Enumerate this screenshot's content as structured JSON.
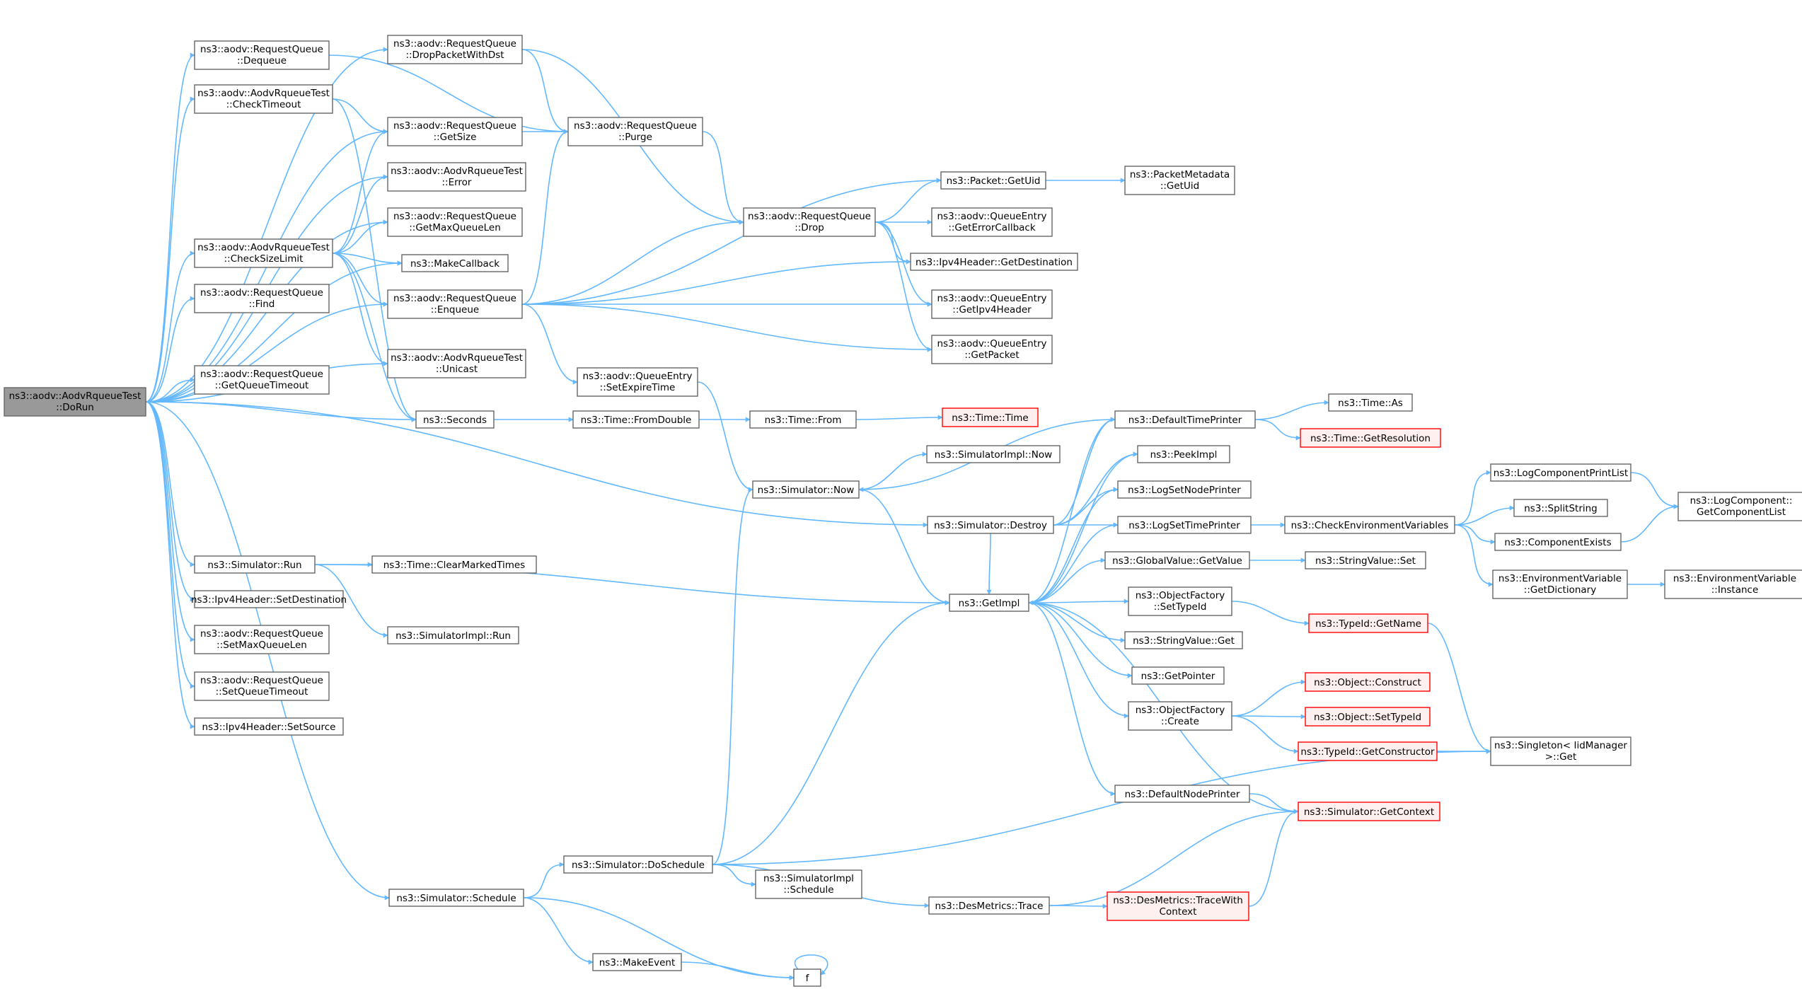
{
  "edge_color": "#63b8ff",
  "node_border_color": "#666666",
  "root_fill_color": "#999999",
  "truncated_border_color": "#ff0000",
  "nodes": [
    {
      "id": "dorun",
      "lines": [
        "ns3::aodv::AodvRqueueTest",
        "::DoRun"
      ],
      "root": true
    },
    {
      "id": "dequeue",
      "lines": [
        "ns3::aodv::RequestQueue",
        "::Dequeue"
      ]
    },
    {
      "id": "checktimeout",
      "lines": [
        "ns3::aodv::AodvRqueueTest",
        "::CheckTimeout"
      ]
    },
    {
      "id": "checksizelimit",
      "lines": [
        "ns3::aodv::AodvRqueueTest",
        "::CheckSizeLimit"
      ]
    },
    {
      "id": "find",
      "lines": [
        "ns3::aodv::RequestQueue",
        "::Find"
      ]
    },
    {
      "id": "getqueuetimeout",
      "lines": [
        "ns3::aodv::RequestQueue",
        "::GetQueueTimeout"
      ]
    },
    {
      "id": "simrun",
      "lines": [
        "ns3::Simulator::Run"
      ]
    },
    {
      "id": "ipv4setdest",
      "lines": [
        "ns3::Ipv4Header::SetDestination"
      ]
    },
    {
      "id": "setmaxqueuelen",
      "lines": [
        "ns3::aodv::RequestQueue",
        "::SetMaxQueueLen"
      ]
    },
    {
      "id": "setqueuetimeout",
      "lines": [
        "ns3::aodv::RequestQueue",
        "::SetQueueTimeout"
      ]
    },
    {
      "id": "ipv4setsource",
      "lines": [
        "ns3::Ipv4Header::SetSource"
      ]
    },
    {
      "id": "simschedule",
      "lines": [
        "ns3::Simulator::Schedule"
      ]
    },
    {
      "id": "droppacketwithdst",
      "lines": [
        "ns3::aodv::RequestQueue",
        "::DropPacketWithDst"
      ]
    },
    {
      "id": "getsize",
      "lines": [
        "ns3::aodv::RequestQueue",
        "::GetSize"
      ]
    },
    {
      "id": "error",
      "lines": [
        "ns3::aodv::AodvRqueueTest",
        "::Error"
      ]
    },
    {
      "id": "getmaxqueuelen",
      "lines": [
        "ns3::aodv::RequestQueue",
        "::GetMaxQueueLen"
      ]
    },
    {
      "id": "makecallback",
      "lines": [
        "ns3::MakeCallback"
      ]
    },
    {
      "id": "enqueue",
      "lines": [
        "ns3::aodv::RequestQueue",
        "::Enqueue"
      ]
    },
    {
      "id": "unicast",
      "lines": [
        "ns3::aodv::AodvRqueueTest",
        "::Unicast"
      ]
    },
    {
      "id": "seconds",
      "lines": [
        "ns3::Seconds"
      ]
    },
    {
      "id": "clearmarkedtimes",
      "lines": [
        "ns3::Time::ClearMarkedTimes"
      ]
    },
    {
      "id": "simimplrun",
      "lines": [
        "ns3::SimulatorImpl::Run"
      ]
    },
    {
      "id": "purge",
      "lines": [
        "ns3::aodv::RequestQueue",
        "::Purge"
      ]
    },
    {
      "id": "drop",
      "lines": [
        "ns3::aodv::RequestQueue",
        "::Drop"
      ]
    },
    {
      "id": "setexpiretime",
      "lines": [
        "ns3::aodv::QueueEntry",
        "::SetExpireTime"
      ]
    },
    {
      "id": "fromdouble",
      "lines": [
        "ns3::Time::FromDouble"
      ]
    },
    {
      "id": "timefrom",
      "lines": [
        "ns3::Time::From"
      ]
    },
    {
      "id": "timetime",
      "lines": [
        "ns3::Time::Time"
      ],
      "truncated": true
    },
    {
      "id": "simnow",
      "lines": [
        "ns3::Simulator::Now"
      ]
    },
    {
      "id": "simimplnow",
      "lines": [
        "ns3::SimulatorImpl::Now"
      ]
    },
    {
      "id": "simdestroy",
      "lines": [
        "ns3::Simulator::Destroy"
      ]
    },
    {
      "id": "getimpl",
      "lines": [
        "ns3::GetImpl"
      ]
    },
    {
      "id": "doschedule",
      "lines": [
        "ns3::Simulator::DoSchedule"
      ]
    },
    {
      "id": "simimplschedule",
      "lines": [
        "ns3::SimulatorImpl",
        "::Schedule"
      ]
    },
    {
      "id": "desmetricstrace",
      "lines": [
        "ns3::DesMetrics::Trace"
      ]
    },
    {
      "id": "makeevent",
      "lines": [
        "ns3::MakeEvent"
      ]
    },
    {
      "id": "f",
      "lines": [
        "f"
      ]
    },
    {
      "id": "packetgetuid",
      "lines": [
        "ns3::Packet::GetUid"
      ]
    },
    {
      "id": "packetmetadatagetuid",
      "lines": [
        "ns3::PacketMetadata",
        "::GetUid"
      ]
    },
    {
      "id": "geterrorcallback",
      "lines": [
        "ns3::aodv::QueueEntry",
        "::GetErrorCallback"
      ]
    },
    {
      "id": "ipv4getdest",
      "lines": [
        "ns3::Ipv4Header::GetDestination"
      ]
    },
    {
      "id": "getipv4header",
      "lines": [
        "ns3::aodv::QueueEntry",
        "::GetIpv4Header"
      ]
    },
    {
      "id": "getpacket",
      "lines": [
        "ns3::aodv::QueueEntry",
        "::GetPacket"
      ]
    },
    {
      "id": "defaulttimeprinter",
      "lines": [
        "ns3::DefaultTimePrinter"
      ]
    },
    {
      "id": "timeas",
      "lines": [
        "ns3::Time::As"
      ]
    },
    {
      "id": "getresolution",
      "lines": [
        "ns3::Time::GetResolution"
      ],
      "truncated": true
    },
    {
      "id": "peekimpl",
      "lines": [
        "ns3::PeekImpl"
      ]
    },
    {
      "id": "logsetnodeprinter",
      "lines": [
        "ns3::LogSetNodePrinter"
      ]
    },
    {
      "id": "logsettimeprinter",
      "lines": [
        "ns3::LogSetTimePrinter"
      ]
    },
    {
      "id": "checkenvvars",
      "lines": [
        "ns3::CheckEnvironmentVariables"
      ]
    },
    {
      "id": "logcompprintlist",
      "lines": [
        "ns3::LogComponentPrintList"
      ]
    },
    {
      "id": "splitstring",
      "lines": [
        "ns3::SplitString"
      ]
    },
    {
      "id": "componentexists",
      "lines": [
        "ns3::ComponentExists"
      ]
    },
    {
      "id": "getcomponentlist",
      "lines": [
        "ns3::LogComponent::",
        "GetComponentList"
      ]
    },
    {
      "id": "envvargetdict",
      "lines": [
        "ns3::EnvironmentVariable",
        "::GetDictionary"
      ]
    },
    {
      "id": "envvarinstance",
      "lines": [
        "ns3::EnvironmentVariable",
        "::Instance"
      ]
    },
    {
      "id": "globalvaluegetvalue",
      "lines": [
        "ns3::GlobalValue::GetValue"
      ]
    },
    {
      "id": "stringvalueset",
      "lines": [
        "ns3::StringValue::Set"
      ]
    },
    {
      "id": "objfactorysettypeid",
      "lines": [
        "ns3::ObjectFactory",
        "::SetTypeId"
      ]
    },
    {
      "id": "typeidgetname",
      "lines": [
        "ns3::TypeId::GetName"
      ],
      "truncated": true
    },
    {
      "id": "stringvalueget",
      "lines": [
        "ns3::StringValue::Get"
      ]
    },
    {
      "id": "getpointer",
      "lines": [
        "ns3::GetPointer"
      ]
    },
    {
      "id": "objfactorycreate",
      "lines": [
        "ns3::ObjectFactory",
        "::Create"
      ]
    },
    {
      "id": "objectconstruct",
      "lines": [
        "ns3::Object::Construct"
      ],
      "truncated": true
    },
    {
      "id": "objectsettypeid",
      "lines": [
        "ns3::Object::SetTypeId"
      ],
      "truncated": true
    },
    {
      "id": "typeidgetconstructor",
      "lines": [
        "ns3::TypeId::GetConstructor"
      ],
      "truncated": true
    },
    {
      "id": "singletonget",
      "lines": [
        "ns3::Singleton< IidManager",
        " >::Get"
      ]
    },
    {
      "id": "defaultnodeprinter",
      "lines": [
        "ns3::DefaultNodePrinter"
      ]
    },
    {
      "id": "simgetcontext",
      "lines": [
        "ns3::Simulator::GetContext"
      ],
      "truncated": true
    },
    {
      "id": "desmetricstracewithcontext",
      "lines": [
        "ns3::DesMetrics::TraceWith",
        "Context"
      ],
      "truncated": true
    }
  ]
}
